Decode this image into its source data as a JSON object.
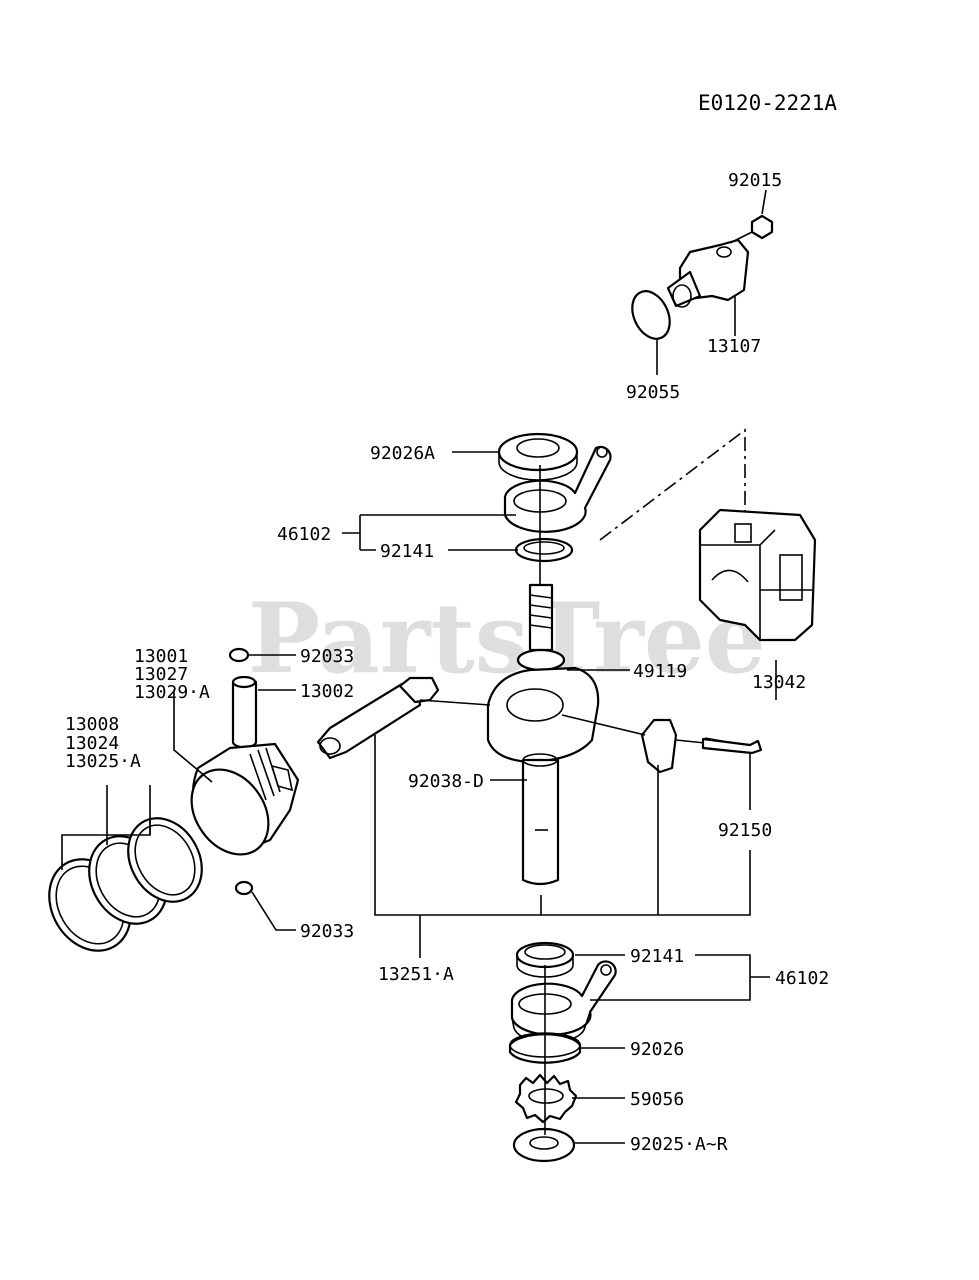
{
  "diagram_code": "E0120-2221A",
  "watermark": "PartsTree",
  "labels": {
    "p92015": "92015",
    "p13107": "13107",
    "p92055": "92055",
    "p92026A": "92026A",
    "p46102_top": "46102",
    "p92141_top": "92141",
    "p13042": "13042",
    "p92033_top": "92033",
    "p13001": "13001",
    "p13027": "13027",
    "p13029A": "13029·A",
    "p13002": "13002",
    "p49119": "49119",
    "p13008": "13008",
    "p13024": "13024",
    "p13025A": "13025·A",
    "p92038D": "92038-D",
    "p92150": "92150",
    "p92033_bot": "92033",
    "p13251A": "13251·A",
    "p92141_bot": "92141",
    "p46102_bot": "46102",
    "p92026": "92026",
    "p59056": "59056",
    "p92025AR": "92025·A~R"
  }
}
